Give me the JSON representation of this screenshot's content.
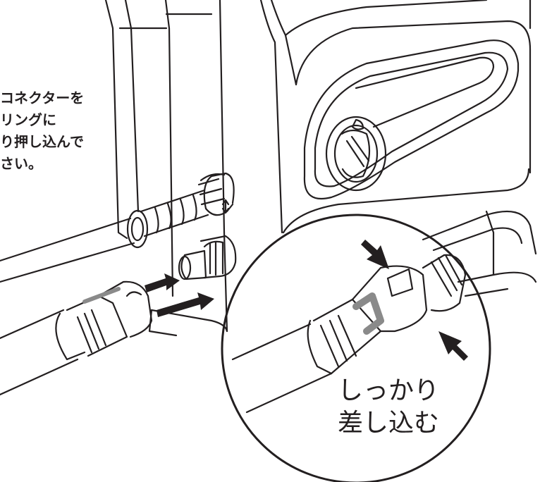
{
  "instruction": {
    "lines": [
      "コネクターを",
      "リングに",
      "り押し込んで",
      "さい。"
    ]
  },
  "callout": {
    "line1": "しっかり",
    "line2": "差し込む"
  },
  "colors": {
    "line": "#231f20",
    "gray": "#8a8a8a",
    "background": "#ffffff"
  }
}
